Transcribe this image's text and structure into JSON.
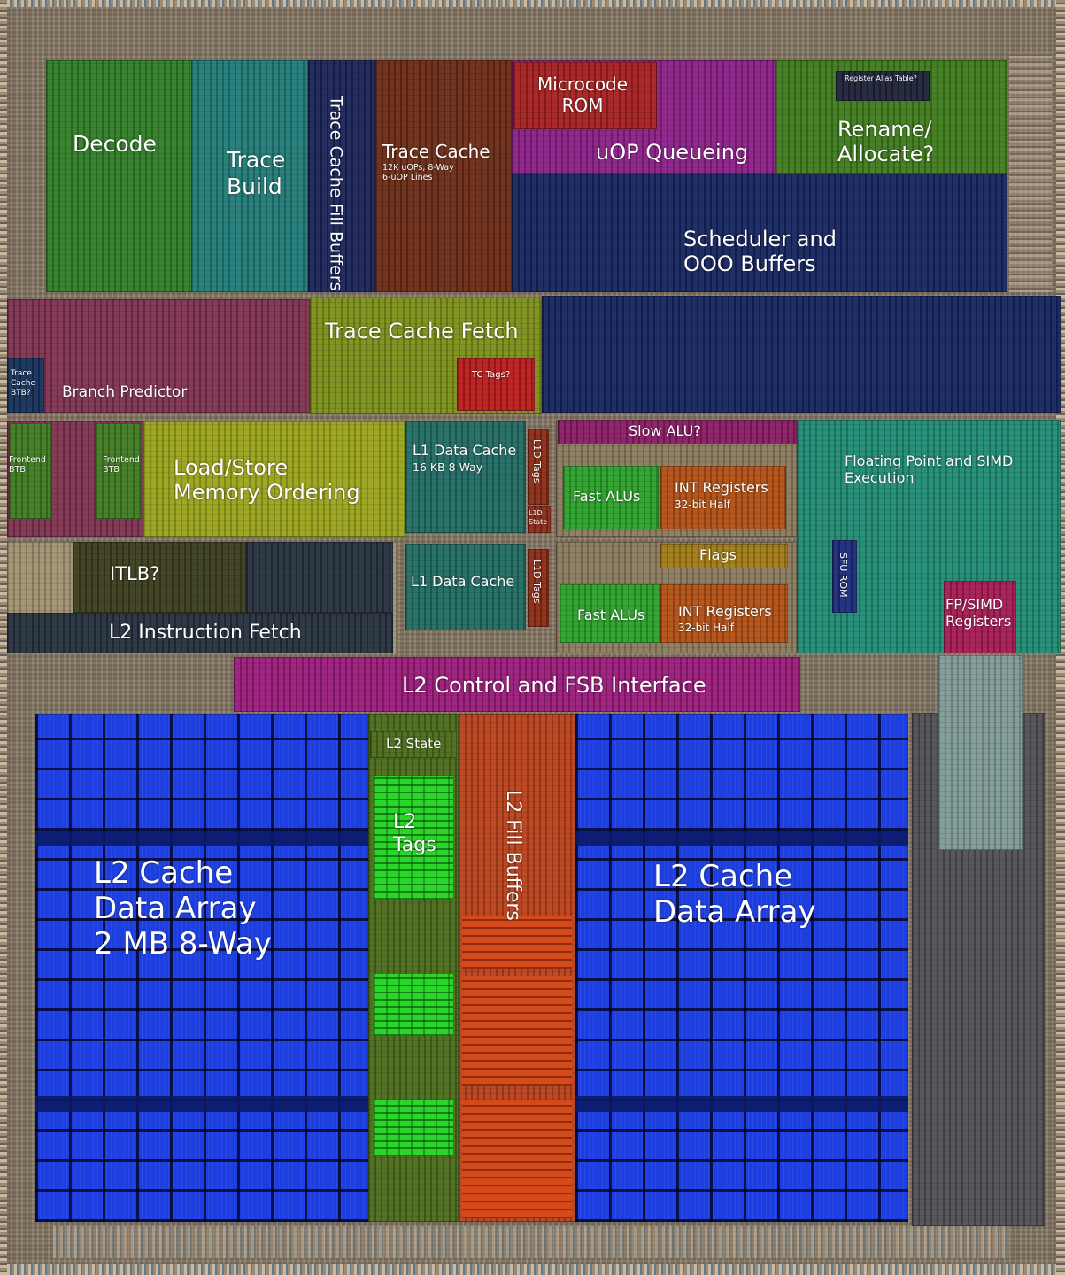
{
  "colors": {
    "decode": "#2f7d26",
    "trace_build": "#1f7a76",
    "tc_fill": "#1a2358",
    "trace_cache": "#6a2a16",
    "microcode": "#a41f1f",
    "uop_queue": "#8a1f86",
    "rename": "#3e7a1c",
    "rat": "#1e2238",
    "scheduler": "#14245e",
    "branch_pred": "#7e3150",
    "tc_fetch": "#7a8e18",
    "tc_tags": "#b81b1b",
    "frontend_btb": "#3e7a20",
    "load_store": "#9aa31a",
    "l1d": "#1f6a62",
    "l1d_tags": "#8a2a14",
    "slow_alu": "#8a1a64",
    "fast_alu": "#2aa02a",
    "int_reg": "#b04f14",
    "flags": "#a07a14",
    "fp_simd": "#1f8a72",
    "sfu_rom": "#1a2a78",
    "fp_regs": "#a41a52",
    "itlb": "#3a3c1c",
    "l2_ifetch": "#25303c",
    "l2_control": "#9a1a7a",
    "l2_cache": "#1d3fe0",
    "l2_tags": "#2bd62b",
    "l2_state": "#4a6a1a",
    "l2_fill": "#c9441a"
  },
  "diagram": {
    "decode": "Decode",
    "trace_build": "Trace\nBuild",
    "tc_fill_buffers": "Trace Cache Fill Buffers",
    "trace_cache": "Trace Cache",
    "trace_cache_detail": "12K uOPs, 8-Way\n6-uOP Lines",
    "microcode_rom": "Microcode\nROM",
    "uop_queueing": "uOP Queueing",
    "register_alias_table": "Register Alias Table?",
    "rename_allocate": "Rename/\nAllocate?",
    "scheduler": "Scheduler and\nOOO Buffers",
    "trace_cache_btb": "Trace\nCache\nBTB?",
    "branch_predictor": "Branch Predictor",
    "trace_cache_fetch": "Trace Cache Fetch",
    "tc_tags": "TC Tags?",
    "frontend_btb_1": "Frontend\nBTB",
    "frontend_btb_2": "Frontend\nBTB",
    "load_store": "Load/Store\nMemory Ordering",
    "l1_data_cache_1": "L1 Data Cache",
    "l1_data_cache_1_detail": "16 KB 8-Way",
    "l1d_tags_1": "L1D Tags",
    "l1d_state": "L1D\nState",
    "slow_alu": "Slow ALU?",
    "fast_alus_1": "Fast ALUs",
    "int_registers_1": "INT Registers",
    "int_registers_1_detail": "32-bit Half",
    "fp_simd_execution": "Floating Point and SIMD\nExecution",
    "itlb": "ITLB?",
    "l2_instruction_fetch": "L2 Instruction Fetch",
    "l1_data_cache_2": "L1 Data Cache",
    "l1d_tags_2": "L1D Tags",
    "flags": "Flags",
    "fast_alus_2": "Fast ALUs",
    "int_registers_2": "INT Registers",
    "int_registers_2_detail": "32-bit Half",
    "sfu_rom": "SFU ROM",
    "fp_simd_registers": "FP/SIMD\nRegisters",
    "l2_control_fsb": "L2 Control and FSB Interface",
    "l2_state": "L2 State",
    "l2_tags": "L2\nTags",
    "l2_fill_buffers": "L2 Fill Buffers",
    "l2_cache_left": "L2 Cache\nData Array\n2 MB 8-Way",
    "l2_cache_right": "L2 Cache\nData Array"
  }
}
